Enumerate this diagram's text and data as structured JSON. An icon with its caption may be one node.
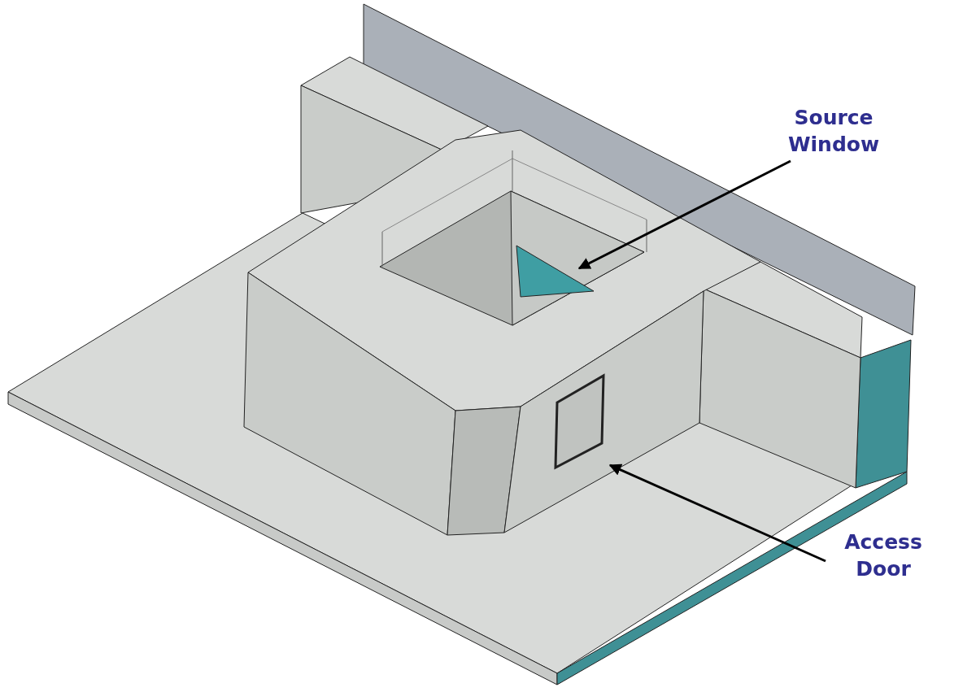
{
  "diagram": {
    "nodes": [
      {
        "text": [
          "Source Window"
        ]
      },
      {
        "text": [],
        "shape": "triangle"
      },
      {
        "text": [
          "Access Door"
        ]
      },
      {
        "text": [],
        "shape": "box"
      }
    ],
    "edges": [
      {
        "from": 0,
        "to": 1,
        "arrow": "to"
      },
      {
        "from": 2,
        "to": 3,
        "arrow": "to"
      }
    ]
  }
}
